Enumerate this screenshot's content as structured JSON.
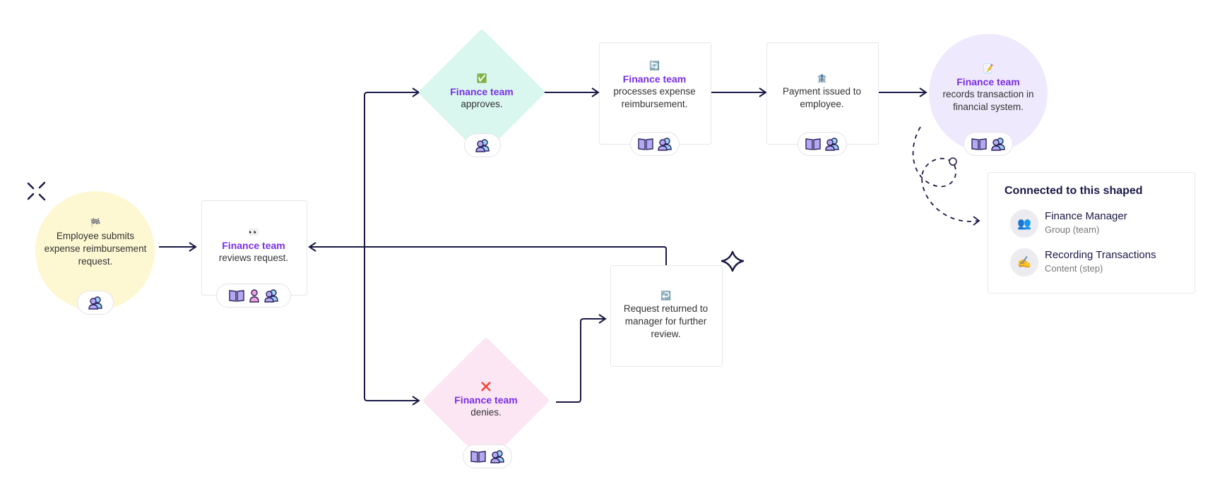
{
  "colors": {
    "line": "#1b1947",
    "team": "#7a2ee6",
    "start_circle": "#fdf8d2",
    "approve_diamond": "#d9f7ef",
    "deny_diamond": "#fde6f4",
    "record_circle": "#efe9fd",
    "card_border": "#e6e6ee"
  },
  "nodes": {
    "start": {
      "emoji": "🏁",
      "text": "Employee submits expense reimbursement request.",
      "icons": [
        "group-icon"
      ]
    },
    "review": {
      "emoji": "👀",
      "team": "Finance team",
      "text": "reviews request.",
      "icons": [
        "book-icon",
        "person-icon",
        "group-icon"
      ]
    },
    "approve": {
      "emoji": "✅",
      "team": "Finance team",
      "text": "approves.",
      "icons": [
        "group-icon"
      ]
    },
    "process": {
      "emoji": "🔄",
      "team": "Finance team",
      "text": "processes expense reimbursement.",
      "icons": [
        "book-icon",
        "group-icon"
      ]
    },
    "payment": {
      "emoji": "🏦",
      "text": "Payment issued to employee.",
      "icons": [
        "book-icon",
        "group-icon"
      ]
    },
    "record": {
      "emoji": "📝",
      "team": "Finance team",
      "text": "records transaction in financial system.",
      "icons": [
        "book-icon",
        "group-icon"
      ]
    },
    "deny": {
      "emoji": "❌",
      "team": "Finance team",
      "text": "denies.",
      "icons": [
        "book-icon",
        "group-icon"
      ]
    },
    "returned": {
      "emoji": "↩️",
      "text": "Request returned to manager for further review."
    }
  },
  "connected_panel": {
    "title": "Connected to this shaped",
    "items": [
      {
        "icon": "team-icon",
        "glyph": "👥",
        "name": "Finance Manager",
        "sub": "Group (team)"
      },
      {
        "icon": "writing-hand-icon",
        "glyph": "✍️",
        "name": "Recording Transactions",
        "sub": "Content (step)"
      }
    ]
  }
}
